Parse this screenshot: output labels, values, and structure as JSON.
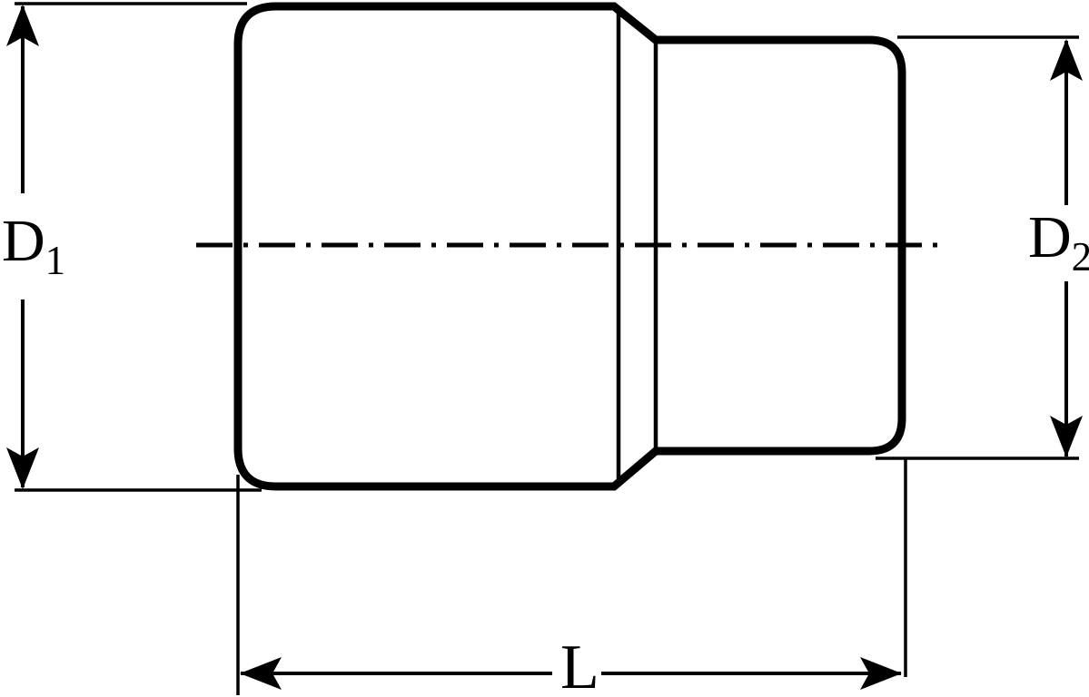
{
  "labels": {
    "d1": {
      "main": "D",
      "sub": "1"
    },
    "d2": {
      "main": "D",
      "sub": "2"
    },
    "length": {
      "main": "L"
    }
  },
  "colors": {
    "line": "#000000",
    "background": "#ffffff"
  }
}
